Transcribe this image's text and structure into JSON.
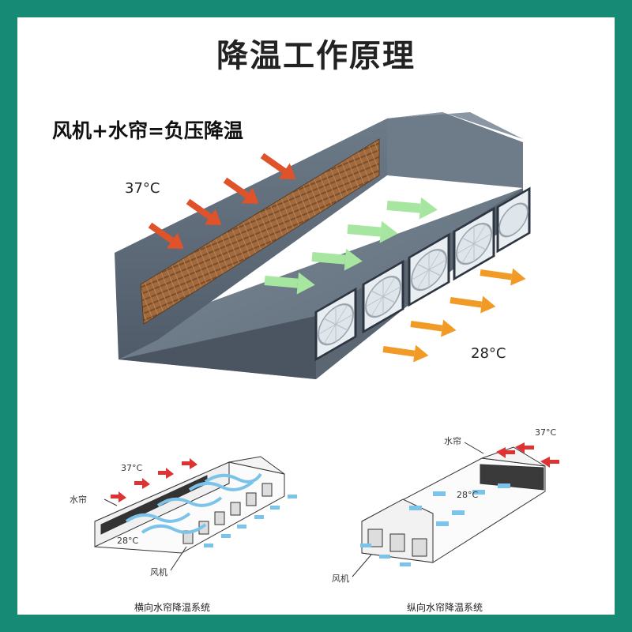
{
  "title": "降温工作原理",
  "subtitle": "风机+水帘=负压降温",
  "main": {
    "temp_in": "37°C",
    "temp_out": "28°C"
  },
  "left_diagram": {
    "temp_in": "37°C",
    "temp_out": "28°C",
    "curtain_label": "水帘",
    "fan_label": "风机",
    "caption": "横向水帘降温系统"
  },
  "right_diagram": {
    "temp_in": "37°C",
    "temp_out": "28°C",
    "curtain_label": "水帘",
    "fan_label": "风机",
    "caption": "纵向水帘降温系统"
  },
  "colors": {
    "border": "#168a74",
    "hot_arrow": "#e0522a",
    "cool_arrow": "#a6e6a0",
    "out_arrow": "#f19a26",
    "blue_flow": "#7cc3ea"
  }
}
